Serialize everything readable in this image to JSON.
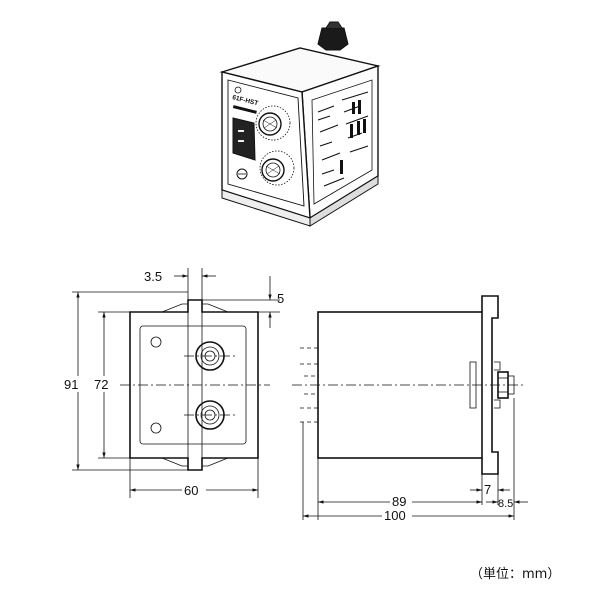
{
  "dimensions": {
    "slot_width": "3.5",
    "slot_depth": "5",
    "overall_height": "91",
    "body_height": "72",
    "body_width": "60",
    "body_depth": "89",
    "terminal_len": "7",
    "socket_len": "8.5",
    "overall_depth": "100"
  },
  "unit_label": "（単位：mm）",
  "front_panel_print": "61F-HST"
}
